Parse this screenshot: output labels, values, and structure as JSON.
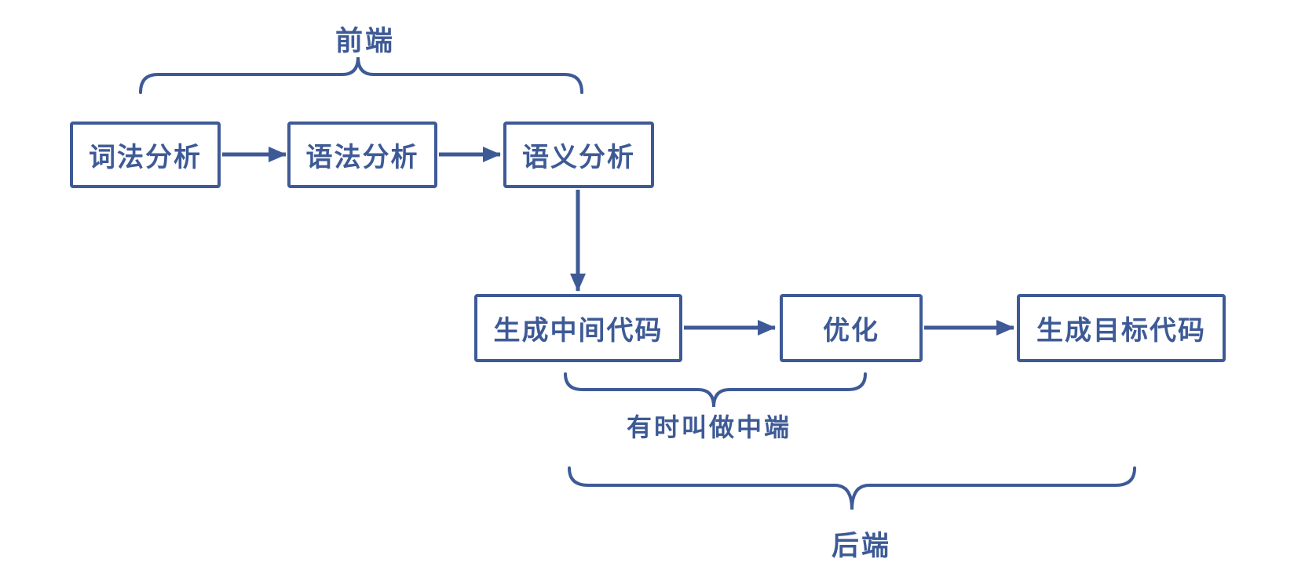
{
  "diagram": {
    "type": "flowchart",
    "language": "zh",
    "nodes": [
      {
        "id": "lexical-analysis",
        "label": "词法分析"
      },
      {
        "id": "syntax-analysis",
        "label": "语法分析"
      },
      {
        "id": "semantic-analysis",
        "label": "语义分析"
      },
      {
        "id": "generate-intermediate-code",
        "label": "生成中间代码"
      },
      {
        "id": "optimization",
        "label": "优化"
      },
      {
        "id": "generate-target-code",
        "label": "生成目标代码"
      }
    ],
    "edges": [
      {
        "from": "lexical-analysis",
        "to": "syntax-analysis"
      },
      {
        "from": "syntax-analysis",
        "to": "semantic-analysis"
      },
      {
        "from": "semantic-analysis",
        "to": "generate-intermediate-code"
      },
      {
        "from": "generate-intermediate-code",
        "to": "optimization"
      },
      {
        "from": "optimization",
        "to": "generate-target-code"
      }
    ],
    "groups": [
      {
        "id": "front-end",
        "label": "前端",
        "covers": [
          "lexical-analysis",
          "syntax-analysis",
          "semantic-analysis"
        ],
        "brace_side": "top"
      },
      {
        "id": "middle-end",
        "label": "有时叫做中端",
        "covers": [
          "generate-intermediate-code",
          "optimization"
        ],
        "brace_side": "bottom"
      },
      {
        "id": "back-end",
        "label": "后端",
        "covers": [
          "generate-intermediate-code",
          "optimization",
          "generate-target-code"
        ],
        "brace_side": "bottom"
      }
    ],
    "colors": {
      "stroke": "#3e5a96",
      "text": "#3e5a96",
      "background": "#ffffff"
    }
  }
}
